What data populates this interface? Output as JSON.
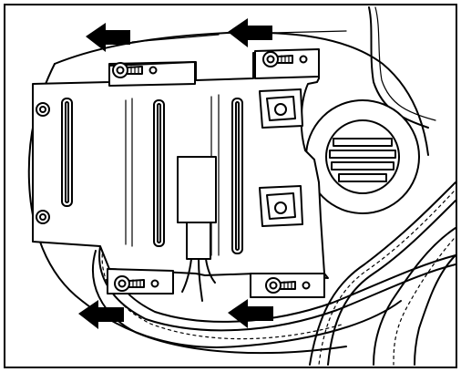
{
  "figure": {
    "description_visible_text": "",
    "arrows": [
      {
        "id": "arrow-top-left",
        "direction": "left"
      },
      {
        "id": "arrow-top-right",
        "direction": "left"
      },
      {
        "id": "arrow-bottom-left",
        "direction": "left"
      },
      {
        "id": "arrow-bottom-right",
        "direction": "left"
      }
    ],
    "bolts": [
      {
        "id": "bolt-top-left"
      },
      {
        "id": "bolt-top-right"
      },
      {
        "id": "bolt-bottom-left"
      },
      {
        "id": "bolt-bottom-right"
      }
    ],
    "colors": {
      "line": "#000000",
      "background": "#ffffff"
    }
  }
}
